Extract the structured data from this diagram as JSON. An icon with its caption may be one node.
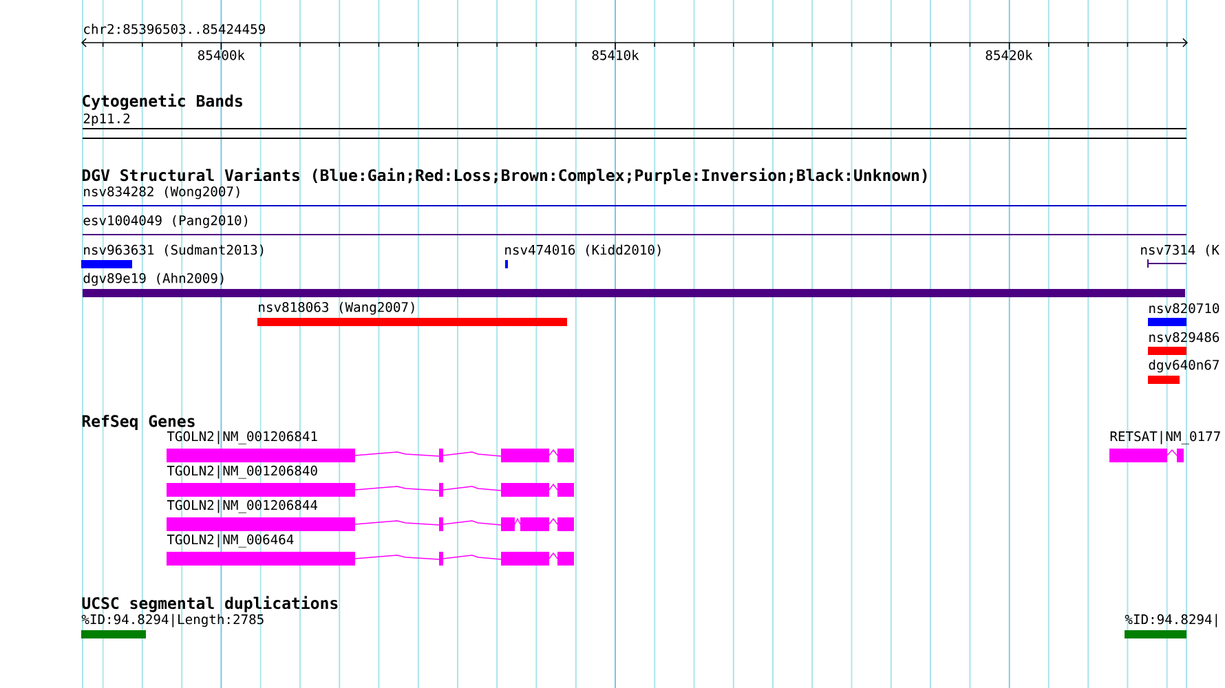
{
  "diagram": {
    "labels": [
      "chr2:85396503..85424459",
      "85400k",
      "85410k",
      "85420k",
      "Cytogenetic Bands",
      "2p11.2",
      "DGV Structural Variants (Blue:Gain;Red:Loss;Brown:Complex;Purple:Inversion;Black:Unknown)",
      "nsv834282 (Wong2007)",
      "esv1004049 (Pang2010)",
      "nsv963631 (Sudmant2013)",
      "nsv474016 (Kidd2010)",
      "nsv7314 (K",
      "dgv89e19 (Ahn2009)",
      "nsv818063 (Wang2007)",
      "nsv820710",
      "nsv829486",
      "dgv640n67",
      "RefSeq Genes",
      "TGOLN2|NM_001206841",
      "RETSAT|NM_0177",
      "TGOLN2|NM_001206840",
      "TGOLN2|NM_001206844",
      "TGOLN2|NM_006464",
      "UCSC segmental duplications",
      "%ID:94.8294|Length:2785",
      "%ID:94.8294|"
    ]
  }
}
